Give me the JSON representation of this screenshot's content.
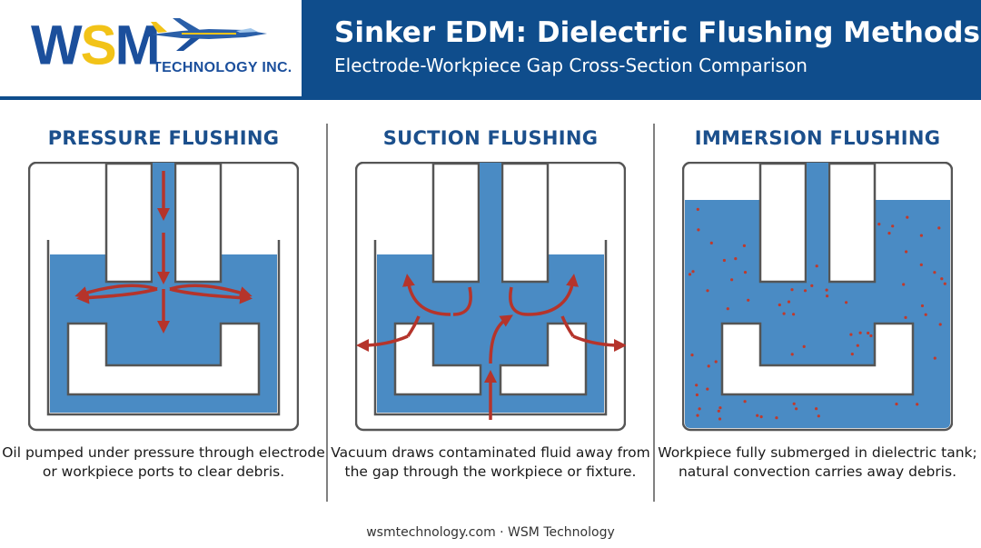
{
  "brand": {
    "logo_text": "WSM",
    "company": "TECHNOLOGY INC."
  },
  "header": {
    "title": "Sinker EDM: Dielectric Flushing Methods",
    "subtitle": "Electrode-Workpiece Gap Cross-Section Comparison"
  },
  "panels": [
    {
      "title": "PRESSURE FLUSHING",
      "caption": "Oil pumped under pressure through electrode or workpiece ports to clear debris."
    },
    {
      "title": "SUCTION FLUSHING",
      "caption": "Vacuum draws contaminated fluid away from the gap through the workpiece or fixture."
    },
    {
      "title": "IMMERSION FLUSHING",
      "caption": "Workpiece fully submerged in dielectric tank; natural convection carries away debris."
    }
  ],
  "footer": "wsmtechnology.com · WSM Technology",
  "colors": {
    "header_bg": "#0f4d8c",
    "fluid": "#4a8bc4",
    "arrow": "#b5342b",
    "outline": "#555555",
    "logo_blue": "#1b4f9c",
    "logo_yellow": "#f2c318"
  }
}
